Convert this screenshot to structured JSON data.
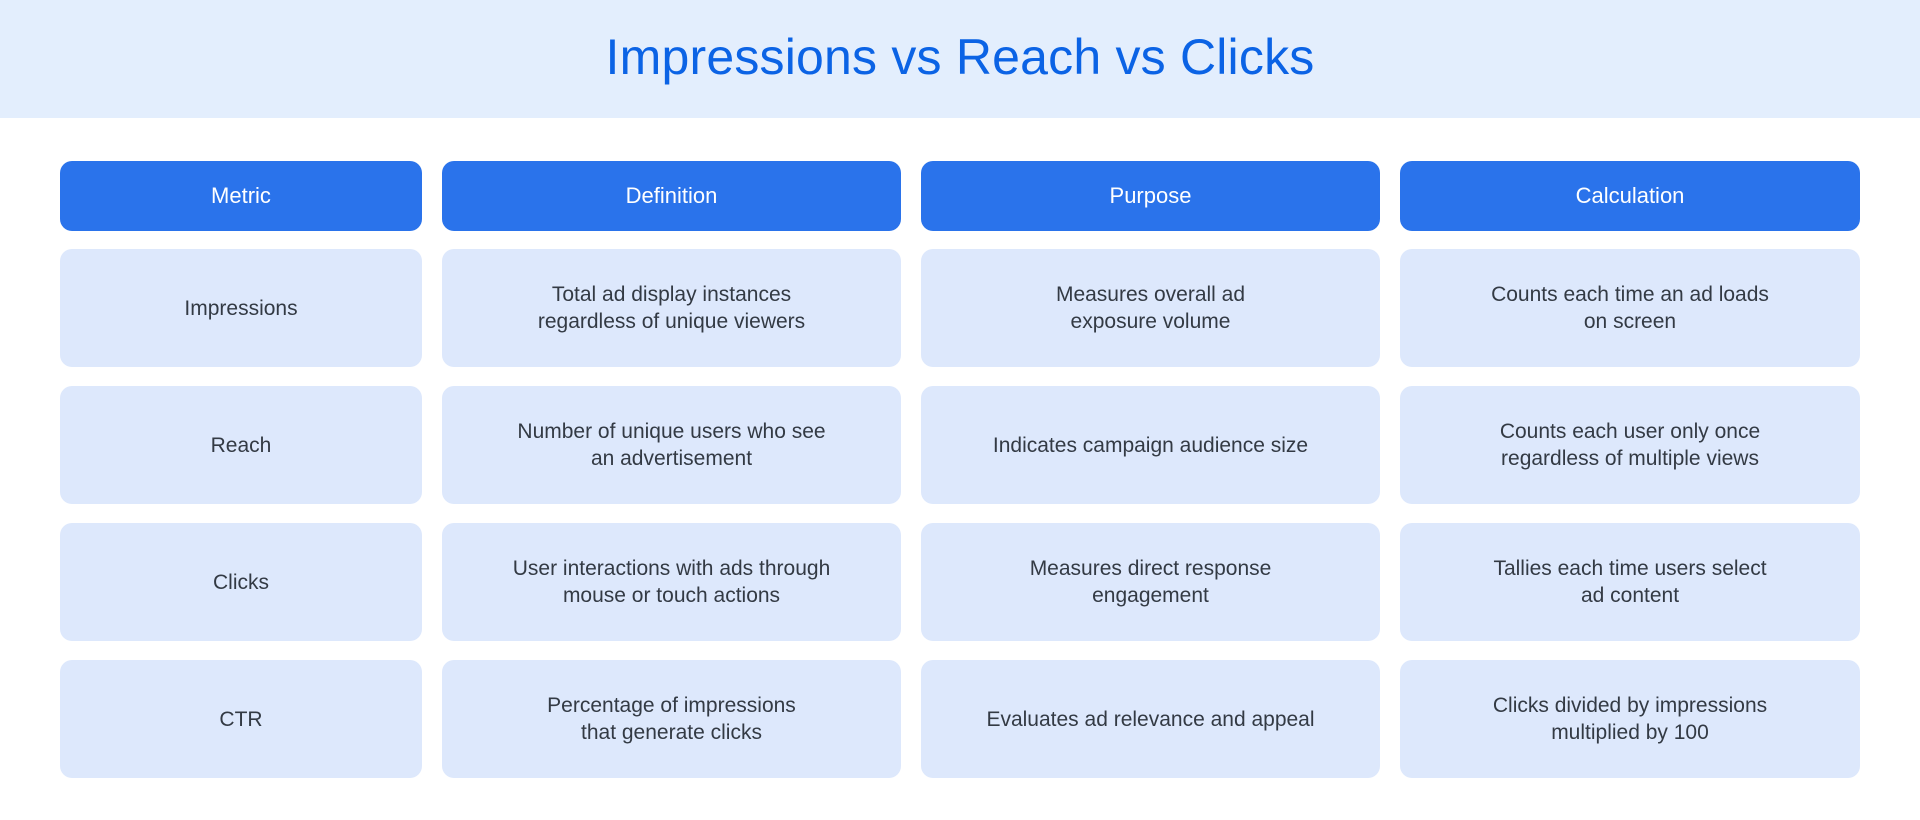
{
  "title": "Impressions vs Reach vs Clicks",
  "colors": {
    "title_band_bg": "#E3EEFD",
    "title_text": "#0B63E5",
    "header_bg": "#2A73EB",
    "header_text": "#FFFFFF",
    "cell_bg": "#DDE8FC",
    "cell_text": "#333A44"
  },
  "table": {
    "headers": [
      "Metric",
      "Definition",
      "Purpose",
      "Calculation"
    ],
    "rows": [
      {
        "metric": "Impressions",
        "definition": [
          "Total ad display instances",
          "regardless of unique viewers"
        ],
        "purpose": [
          "Measures overall ad",
          "exposure volume"
        ],
        "calculation": [
          "Counts each time an ad loads",
          "on screen"
        ]
      },
      {
        "metric": "Reach",
        "definition": [
          "Number of unique users who see",
          "an advertisement"
        ],
        "purpose": [
          "Indicates campaign audience size"
        ],
        "calculation": [
          "Counts each user only once",
          "regardless of multiple views"
        ]
      },
      {
        "metric": "Clicks",
        "definition": [
          "User interactions with ads through",
          "mouse or touch actions"
        ],
        "purpose": [
          "Measures direct response",
          "engagement"
        ],
        "calculation": [
          "Tallies each time users select",
          "ad content"
        ]
      },
      {
        "metric": "CTR",
        "definition": [
          "Percentage of impressions",
          "that generate clicks"
        ],
        "purpose": [
          "Evaluates ad relevance and appeal"
        ],
        "calculation": [
          "Clicks divided by impressions",
          "multiplied by 100"
        ]
      }
    ]
  }
}
